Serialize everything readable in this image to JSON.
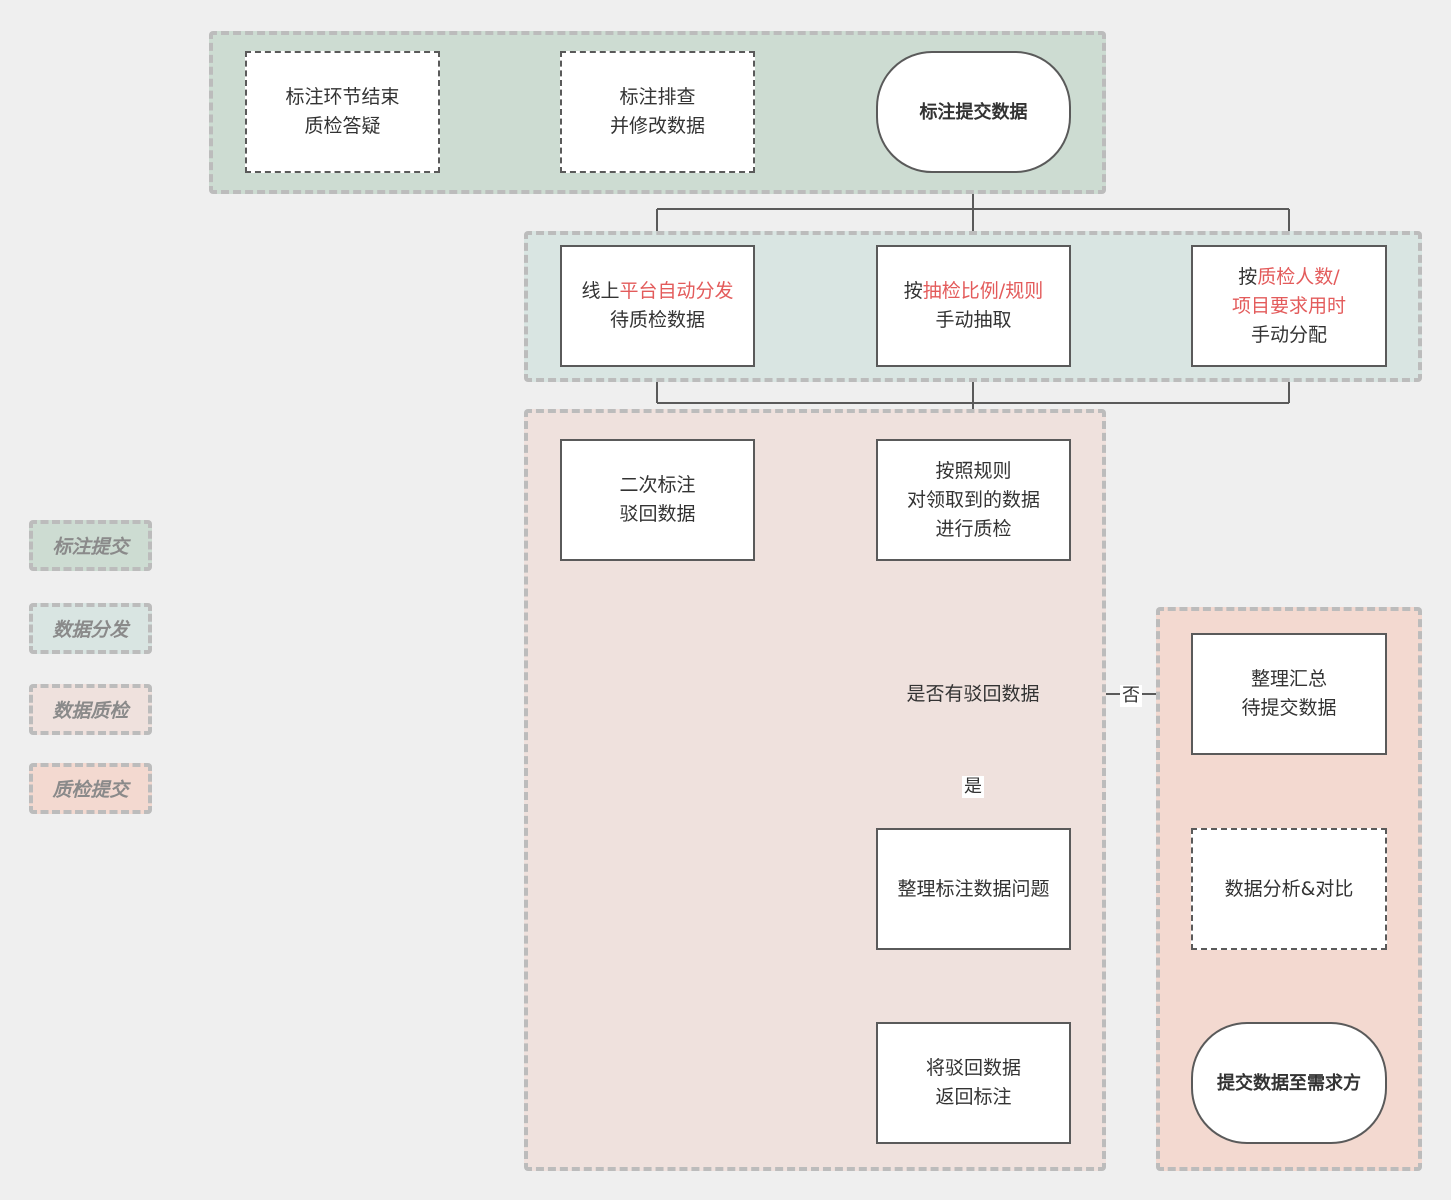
{
  "colors": {
    "submit_bg": "#cddcd2",
    "distribute_bg": "#d9e5e2",
    "qc_bg": "#efe1dd",
    "qc_submit_bg": "#f3d9d0",
    "highlight": "#e35b5b",
    "line": "#5a5a5a"
  },
  "legend": {
    "submit": "标注提交",
    "distribute": "数据分发",
    "qc": "数据质检",
    "qc_submit": "质检提交"
  },
  "nodes": {
    "n1": {
      "line1": "标注环节结束",
      "line2": "质检答疑"
    },
    "n2": {
      "line1": "标注排查",
      "line2": "并修改数据"
    },
    "n3": {
      "label": "标注提交数据"
    },
    "n4": {
      "pre": "线上",
      "hl": "平台自动分发",
      "line2": "待质检数据"
    },
    "n5": {
      "pre": "按",
      "hl": "抽检比例/规则",
      "line2": "手动抽取"
    },
    "n6": {
      "pre": "按",
      "hl1": "质检人数/",
      "hl2": "项目要求用时",
      "line3": "手动分配"
    },
    "n7": {
      "line1": "二次标注",
      "line2": "驳回数据"
    },
    "n8": {
      "line1": "按照规则",
      "line2": "对领取到的数据",
      "line3": "进行质检"
    },
    "n9": {
      "label": "是否有驳回数据"
    },
    "n10": {
      "line1": "整理汇总",
      "line2": "待提交数据"
    },
    "n11": {
      "label": "整理标注数据问题"
    },
    "n12": {
      "label": "数据分析&对比"
    },
    "n13": {
      "line1": "将驳回数据",
      "line2": "返回标注"
    },
    "n14": {
      "label": "提交数据至需求方"
    }
  },
  "edges": {
    "no": "否",
    "yes": "是"
  }
}
